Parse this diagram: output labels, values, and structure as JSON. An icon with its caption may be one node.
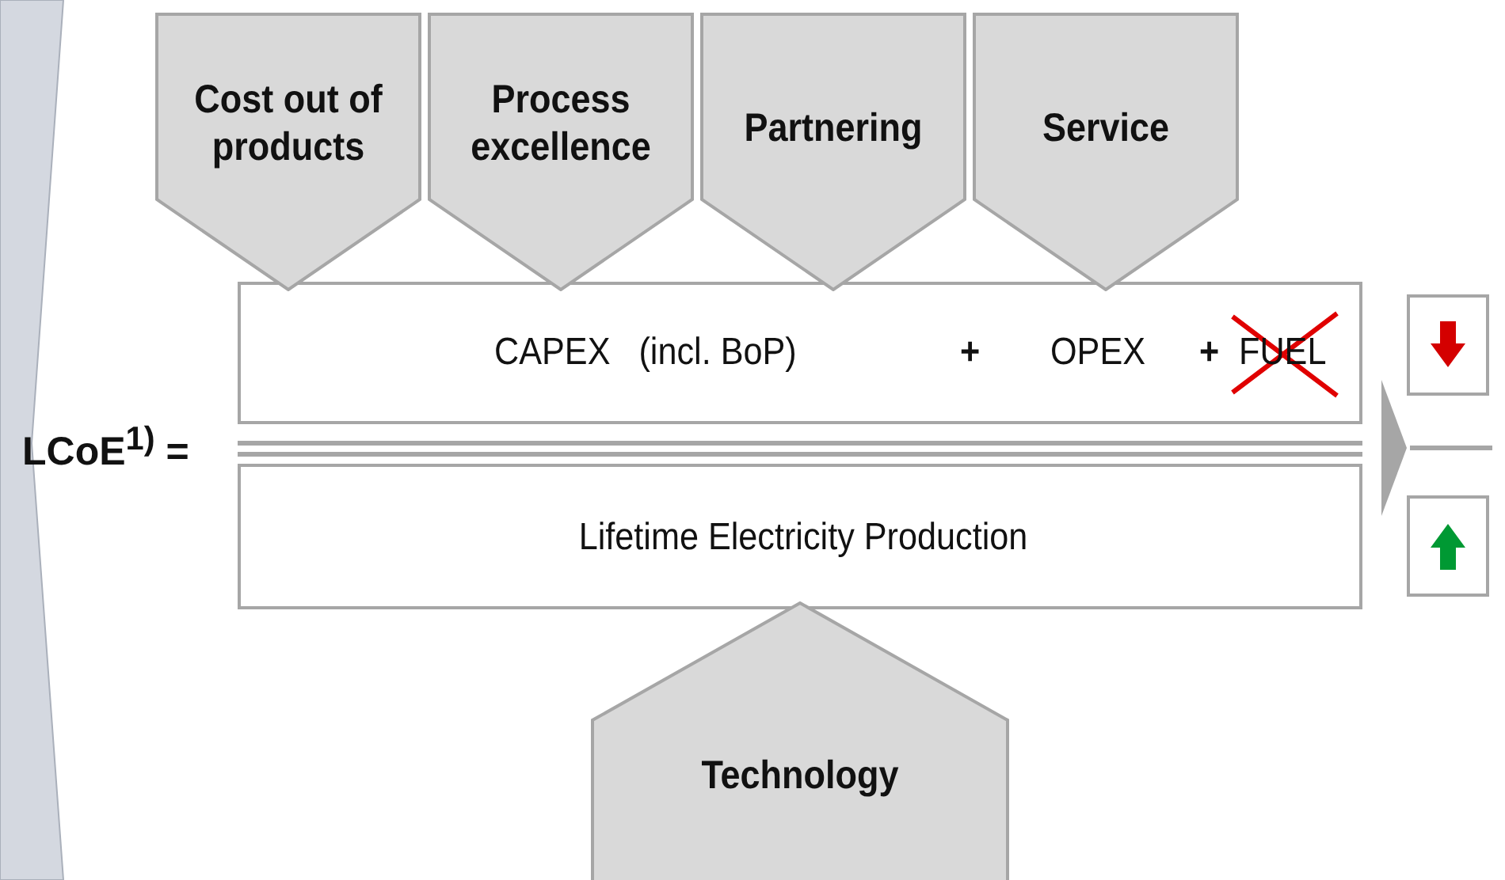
{
  "diagram": {
    "nodes": [
      {
        "text": [
          "Cost out of products"
        ]
      },
      {
        "text": [
          "Process excellence"
        ]
      },
      {
        "text": [
          "Partnering"
        ]
      },
      {
        "text": [
          "Service"
        ]
      },
      {
        "text": [
          "CAPEX   (incl. BoP)",
          "+",
          "OPEX",
          "+",
          "FUEL"
        ]
      },
      {
        "text": [
          "Lifetime Electricity Production"
        ]
      },
      {
        "text": [
          "Technology"
        ]
      },
      {
        "text": [],
        "shape": "box"
      },
      {
        "text": [],
        "shape": "box"
      },
      {
        "text": [],
        "shape": "bar"
      },
      {
        "text": [],
        "shape": "triangle"
      }
    ],
    "labels": [
      "LCoE$^{1)}$ ="
    ]
  }
}
